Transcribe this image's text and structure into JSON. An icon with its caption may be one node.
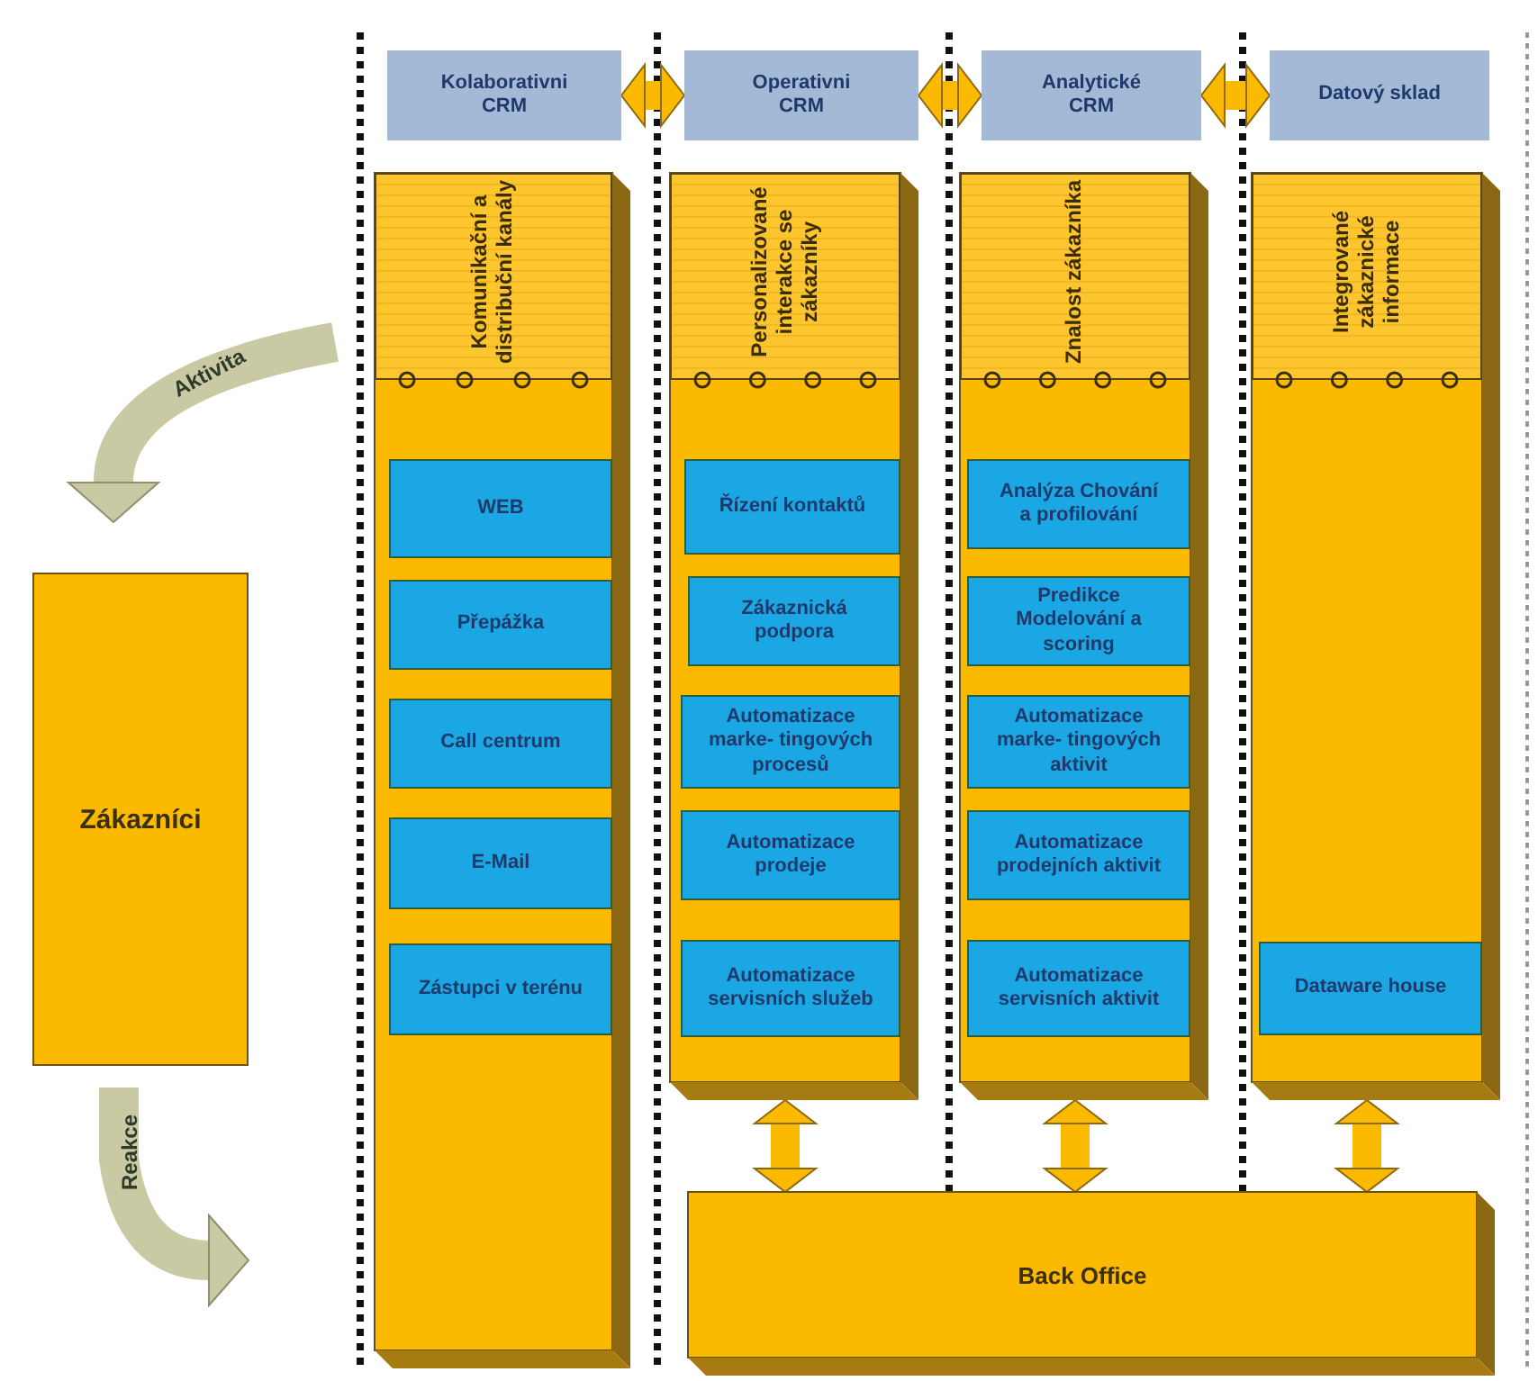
{
  "diagram": {
    "nodes": [
      {
        "text": [
          "Kolaborativni CRM"
        ]
      },
      {
        "text": [
          "Operativni CRM"
        ]
      },
      {
        "text": [
          "Analytické CRM"
        ]
      },
      {
        "text": [
          "Datový sklad"
        ]
      },
      {
        "text": [
          "Komunikační a distribuční kanály"
        ]
      },
      {
        "text": [
          "WEB"
        ],
        "in": 4
      },
      {
        "text": [
          "Přepážka"
        ],
        "in": 4
      },
      {
        "text": [
          "Call centrum"
        ],
        "in": 4
      },
      {
        "text": [
          "E-Mail"
        ],
        "in": 4
      },
      {
        "text": [
          "Zástupci v terénu"
        ],
        "in": 4
      },
      {
        "text": [
          "Personalizované interakce se zákazníky"
        ]
      },
      {
        "text": [
          "Řízení kontaktů"
        ],
        "in": 10
      },
      {
        "text": [
          "Zákaznická podpora"
        ],
        "in": 10
      },
      {
        "text": [
          "Automatizace marke- tingových procesů"
        ],
        "in": 10
      },
      {
        "text": [
          "Automatizace prodeje"
        ],
        "in": 10
      },
      {
        "text": [
          "Automatizace servisních služeb"
        ],
        "in": 10
      },
      {
        "text": [
          "Znalost zákazníka"
        ]
      },
      {
        "text": [
          "Analýza Chování a profilování"
        ],
        "in": 16
      },
      {
        "text": [
          "Predikce Modelování a scoring"
        ],
        "in": 16
      },
      {
        "text": [
          "Automatizace marke- tingových aktivit"
        ],
        "in": 16
      },
      {
        "text": [
          "Automatizace prodejních aktivit"
        ],
        "in": 16
      },
      {
        "text": [
          "Automatizace servisních aktivit"
        ],
        "in": 16
      },
      {
        "text": [
          "Integrované zákaznické informace"
        ]
      },
      {
        "text": [
          "Dataware house"
        ],
        "in": 22
      },
      {
        "text": [
          "Back Office"
        ]
      },
      {
        "text": [
          "Zákazníci"
        ]
      }
    ],
    "edges": [
      {
        "from": 0,
        "to": 1,
        "arrow": "both"
      },
      {
        "from": 1,
        "to": 2,
        "arrow": "both"
      },
      {
        "from": 2,
        "to": 3,
        "arrow": "both"
      },
      {
        "from": 10,
        "to": 24,
        "arrow": "both"
      },
      {
        "from": 16,
        "to": 24,
        "arrow": "both"
      },
      {
        "from": 22,
        "to": 24,
        "arrow": "both"
      },
      {
        "from": null,
        "to": 25,
        "arrow": "to",
        "label": "Aktivita",
        "color": "#c9c9a3"
      },
      {
        "from": 25,
        "to": null,
        "arrow": "to",
        "label": "Reakce",
        "color": "#c9c9a3"
      }
    ]
  }
}
